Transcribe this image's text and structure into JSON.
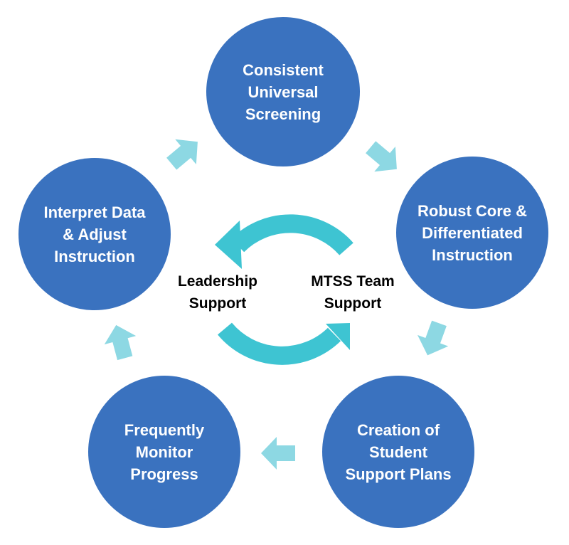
{
  "colors": {
    "node_fill": "#3a72bf",
    "node_text": "#ffffff",
    "step_arrow": "#8dd8e3",
    "center_arrow": "#3ec4d2",
    "center_text": "#000000"
  },
  "cycle": {
    "nodes": [
      {
        "label": "Consistent\nUniversal\nScreening"
      },
      {
        "label": "Robust Core &\nDifferentiated\nInstruction"
      },
      {
        "label": "Creation of\nStudent\nSupport Plans"
      },
      {
        "label": "Frequently\nMonitor\nProgress"
      },
      {
        "label": "Interpret Data\n& Adjust\nInstruction"
      }
    ],
    "step_arrow_icon": "block-arrow-icon"
  },
  "center": {
    "left_label": "Leadership\nSupport",
    "right_label": "MTSS Team\nSupport",
    "arrow_icon": "curved-arrow-icon"
  }
}
